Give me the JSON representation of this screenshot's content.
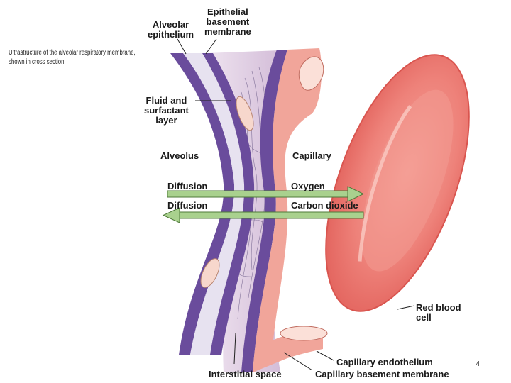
{
  "caption": "Ultrastructure of the alveolar respiratory membrane, shown in cross section.",
  "labels": {
    "alveolar_epithelium": "Alveolar\nepithelium",
    "epithelial_basement_membrane": "Epithelial\nbasement\nmembrane",
    "fluid_surfactant": "Fluid and\nsurfactant\nlayer",
    "alveolus": "Alveolus",
    "capillary": "Capillary",
    "diffusion_top": "Diffusion",
    "oxygen": "Oxygen",
    "diffusion_bottom": "Diffusion",
    "carbon_dioxide": "Carbon dioxide",
    "red_blood_cell": "Red blood\ncell",
    "capillary_endothelium": "Capillary endothelium",
    "interstitial_space": "Interstitial space",
    "capillary_basement_membrane": "Capillary basement membrane"
  },
  "page_number": "4",
  "colors": {
    "membrane_purple": "#6a4c9c",
    "interstitial": "#d9c6dc",
    "endothelium": "#f1a59a",
    "red_cell": "#ec7a74",
    "arrow_green": "#a9d18e",
    "arrow_outline": "#4f7a3a"
  }
}
